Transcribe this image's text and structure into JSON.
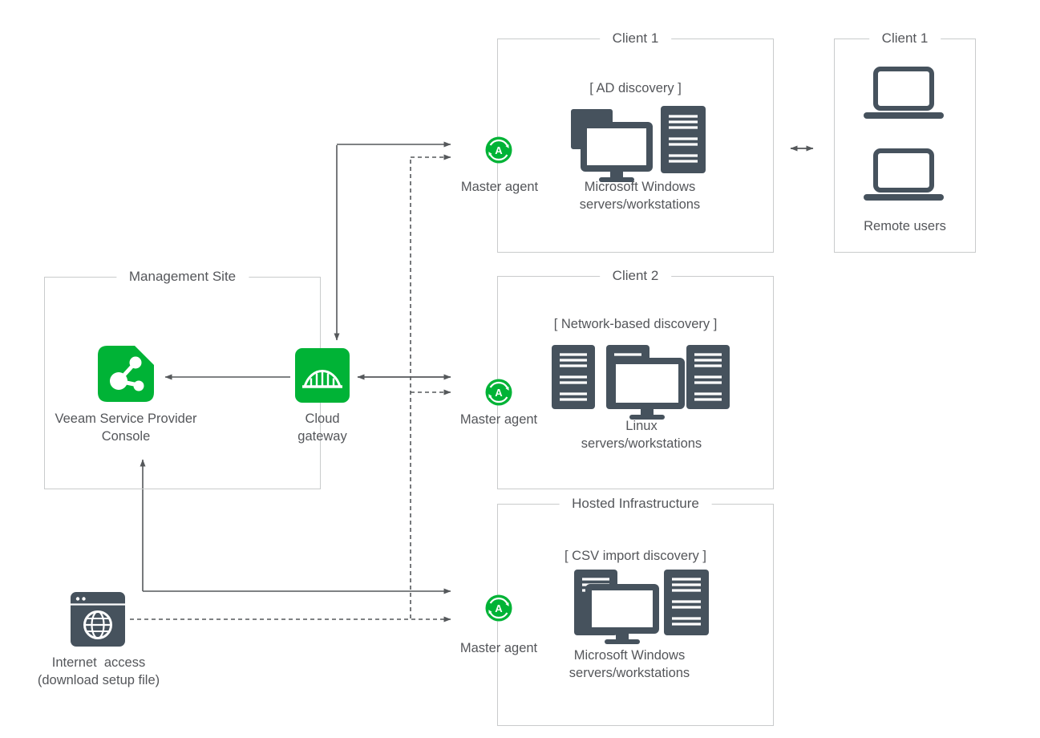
{
  "diagram": {
    "management": {
      "title": "Management Site",
      "vspc_label": "Veeam Service Provider Console",
      "gateway_label": "Cloud gateway"
    },
    "client1": {
      "title": "Client 1",
      "discovery": "[ AD discovery ]",
      "caption": "Microsoft Windows servers/workstations",
      "agent_label": "Master agent"
    },
    "remote": {
      "title": "Client 1",
      "caption": "Remote users"
    },
    "client2": {
      "title": "Client 2",
      "discovery": "[ Network-based discovery ]",
      "caption": "Linux servers/workstations",
      "agent_label": "Master agent"
    },
    "hosted": {
      "title": "Hosted Infrastructure",
      "discovery": "[ CSV import discovery ]",
      "caption": "Microsoft Windows servers/workstations",
      "agent_label": "Master agent"
    },
    "internet": {
      "label_line1": "Internet  access",
      "label_line2": "(download setup file)"
    },
    "agent_letter": "A",
    "colors": {
      "green": "#00b336",
      "slate": "#46525d",
      "text": "#54565a",
      "box_border": "#c9cbcc",
      "arrow": "#55585b",
      "white": "#ffffff"
    }
  }
}
